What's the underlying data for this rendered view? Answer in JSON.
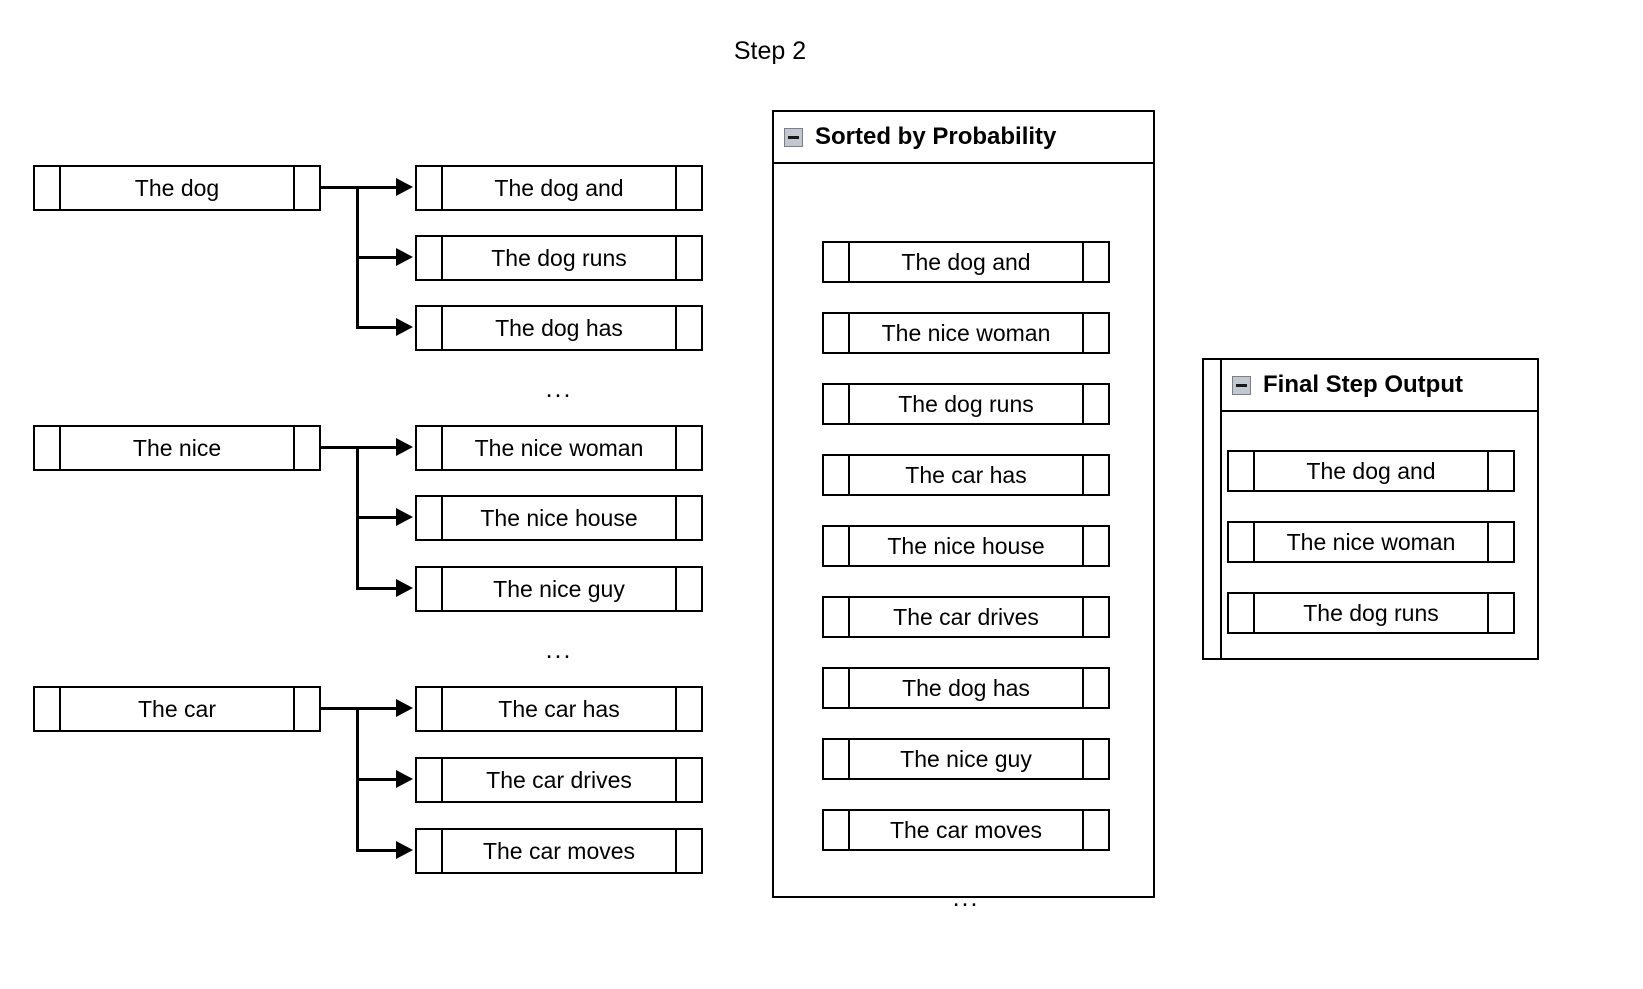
{
  "title": "Step 2",
  "beam_search": {
    "groups": [
      {
        "parent": "The dog",
        "children": [
          "The dog and",
          "The dog runs",
          "The dog has"
        ],
        "trailing_ellipsis": "..."
      },
      {
        "parent": "The nice",
        "children": [
          "The nice woman",
          "The nice house",
          "The nice guy"
        ],
        "trailing_ellipsis": "..."
      },
      {
        "parent": "The car",
        "children": [
          "The car has",
          "The car drives",
          "The car moves"
        ],
        "trailing_ellipsis": ""
      }
    ]
  },
  "sorted_panel": {
    "collapse_icon": "minus-square-icon",
    "title": "Sorted by Probability",
    "items": [
      "The dog and",
      "The nice woman",
      "The dog runs",
      "The car has",
      "The nice house",
      "The car drives",
      "The dog has",
      "The nice guy",
      "The car moves"
    ],
    "ellipsis": "..."
  },
  "final_panel": {
    "collapse_icon": "minus-square-icon",
    "title": "Final Step Output",
    "items": [
      "The dog and",
      "The nice woman",
      "The dog runs"
    ]
  },
  "colors": {
    "stroke": "#000000",
    "background": "#ffffff",
    "icon_fill": "#c3c7cf",
    "icon_border": "#7b7f8a"
  }
}
